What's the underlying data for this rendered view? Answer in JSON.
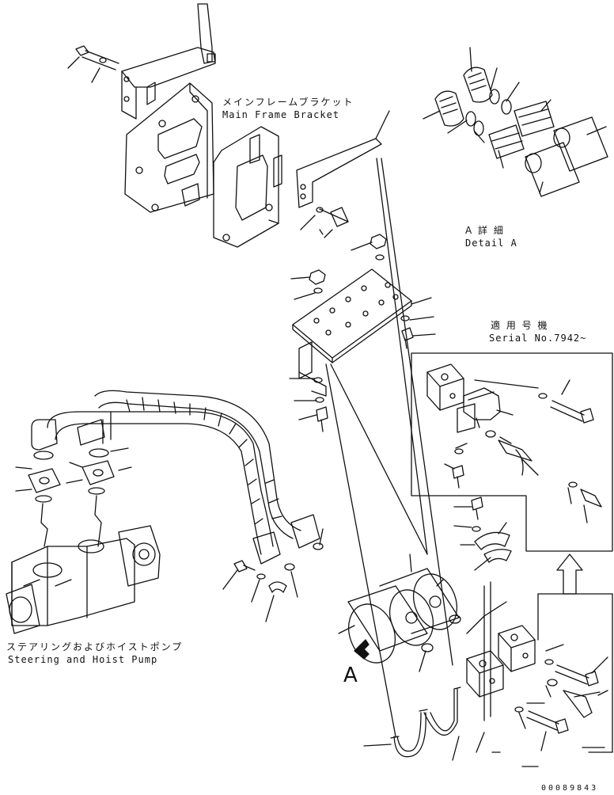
{
  "labels": {
    "main_frame_bracket_jp": "メインフレームブラケット",
    "main_frame_bracket_en": "Main Frame Bracket",
    "detail_a_jp": "A 詳 細",
    "detail_a_en": "Detail A",
    "serial_jp": "適 用 号 機",
    "serial_en": "Serial No.7942~",
    "pump_jp": "ステアリングおよびホイストポンプ",
    "pump_en": "Steering and Hoist Pump",
    "view_letter": "A",
    "figure_number": "00089843"
  }
}
